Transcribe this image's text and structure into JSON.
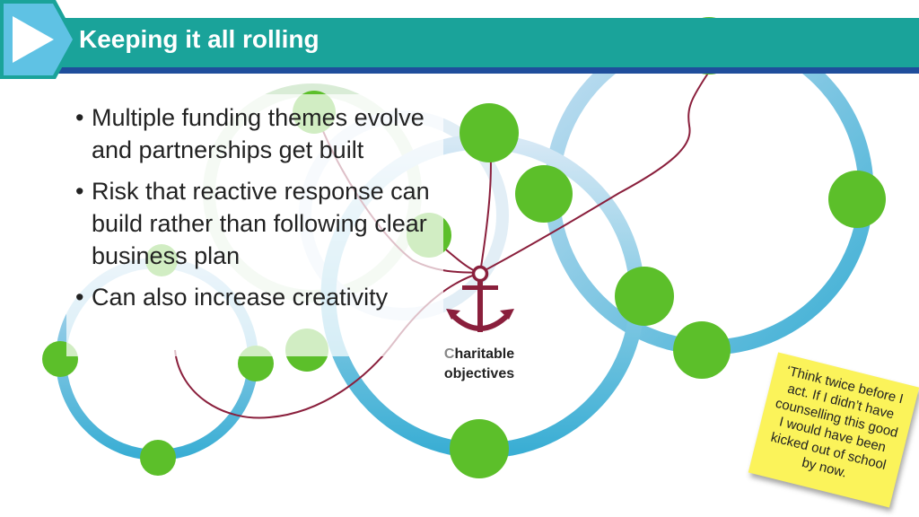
{
  "slide": {
    "title": "Keeping it all rolling",
    "bullets": [
      "Multiple funding themes evolve and partnerships get built",
      "Risk that reactive response can build rather than following clear business plan",
      "Can also increase creativity"
    ]
  },
  "diagram": {
    "center_label_first": "C",
    "center_label_rest": "haritable",
    "center_label_line2": "objectives",
    "quote": "‘Think twice before I act. If I didn’t have counselling this good I would have been kicked out of school by now."
  },
  "colors": {
    "title_bar": "#1aa39a",
    "title_underline": "#1f4e9c",
    "ring_blue": "#3aaed4",
    "ring_light_blue": "#b7d8ee",
    "node_green": "#5cbf2a",
    "tether": "#8a1f3c",
    "sticky_note": "#fbf35a"
  },
  "icons": [
    "play-arrow-icon",
    "anchor-icon"
  ]
}
